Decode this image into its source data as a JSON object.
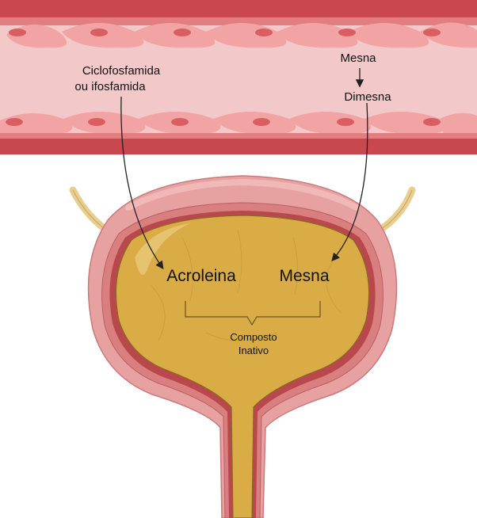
{
  "vessel": {
    "drug_label_line1": "Ciclofosfamida",
    "drug_label_line2": "ou ifosfamida",
    "mesna_label": "Mesna",
    "dimesna_label": "Dimesna"
  },
  "bladder": {
    "acroleina_label": "Acroleina",
    "mesna_label": "Mesna",
    "product_line1": "Composto",
    "product_line2": "Inativo"
  },
  "colors": {
    "vessel_lumen": "#f2c8c8",
    "vessel_wall": "#c9474e",
    "endothelial_cell": "#ec8f90",
    "bladder_wall": "#e7a1a0",
    "bladder_fluid": "#d9ac45",
    "ureter": "#e9cf8f"
  }
}
